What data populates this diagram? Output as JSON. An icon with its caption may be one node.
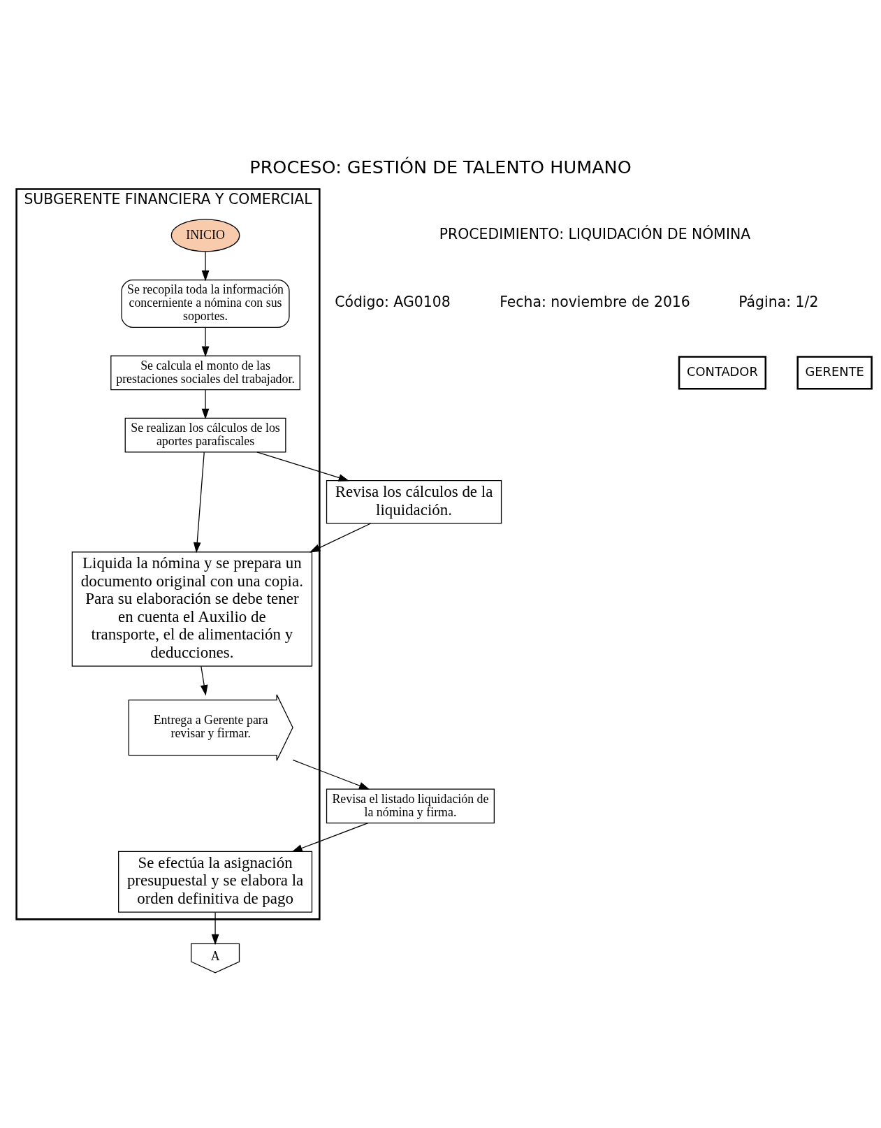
{
  "diagram": {
    "title": "PROCESO: GESTIÓN DE TALENTO HUMANO",
    "nodes": [
      {
        "text": [
          "SUBGERENTE FINANCIERA Y COMERCIAL"
        ]
      },
      {
        "text": [
          "CONTADOR"
        ]
      },
      {
        "text": [
          "GERENTE"
        ]
      },
      {
        "text": [
          "INICIO"
        ],
        "in": 0
      },
      {
        "text": [
          "Se recopila toda la información concerniente a nómina con sus soportes."
        ],
        "in": 0
      },
      {
        "text": [
          "Se calcula el monto de las prestaciones sociales del trabajador."
        ],
        "in": 0
      },
      {
        "text": [
          "Se realizan los cálculos de los aportes parafiscales"
        ],
        "in": 0
      },
      {
        "text": [
          "Revisa los cálculos de la liquidación."
        ]
      },
      {
        "text": [
          "Liquida la nómina y se prepara un documento original con una copia. Para su elaboración se debe tener en cuenta el Auxilio de transporte, el de alimentación y deducciones."
        ],
        "in": 0
      },
      {
        "text": [
          "Entrega a Gerente para revisar y firmar."
        ],
        "in": 0
      },
      {
        "text": [
          "Revisa el listado liquidación de la nómina y firma."
        ]
      },
      {
        "text": [
          "Se efectúa la asignación presupuestal y se elabora la orden definitiva de pago"
        ],
        "in": 0
      },
      {
        "text": [
          "A"
        ]
      }
    ],
    "edges": [
      {
        "from": 3,
        "to": 4,
        "arrow": "to"
      },
      {
        "from": 4,
        "to": 5,
        "arrow": "to"
      },
      {
        "from": 5,
        "to": 6,
        "arrow": "to"
      },
      {
        "from": 6,
        "to": 7,
        "arrow": "to"
      },
      {
        "from": 6,
        "to": 8,
        "arrow": "to"
      },
      {
        "from": 7,
        "to": 8,
        "arrow": "to"
      },
      {
        "from": 8,
        "to": 9,
        "arrow": "to"
      },
      {
        "from": 9,
        "to": 10,
        "arrow": "to"
      },
      {
        "from": 10,
        "to": 11,
        "arrow": "to"
      },
      {
        "from": 11,
        "to": 12,
        "arrow": "to"
      }
    ],
    "labels": [
      "PROCEDIMIENTO: LIQUIDACIÓN DE NÓMINA",
      "Código: AG0108",
      "Fecha: noviembre de 2016",
      "Página: 1/2"
    ]
  }
}
